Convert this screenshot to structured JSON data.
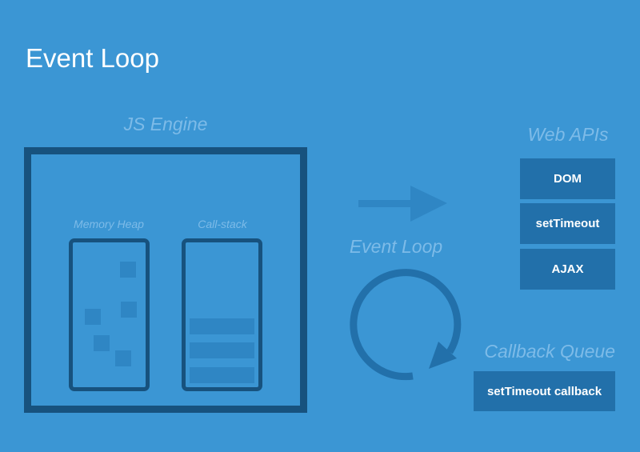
{
  "title": "Event Loop",
  "js_engine": {
    "label": "JS Engine",
    "memory_heap": "Memory Heap",
    "call_stack": "Call-stack"
  },
  "event_loop_label": "Event Loop",
  "web_apis": {
    "label": "Web APIs",
    "items": [
      "DOM",
      "setTimeout",
      "AJAX"
    ]
  },
  "callback_queue": {
    "label": "Callback Queue",
    "items": [
      "setTimeout callback"
    ]
  },
  "colors": {
    "background": "#3b96d4",
    "dark": "#17527e",
    "box": "#2270aa",
    "label": "#7dbbe8"
  }
}
